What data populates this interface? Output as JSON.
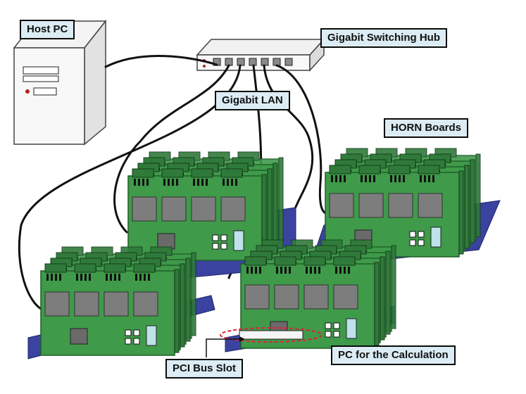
{
  "labels": {
    "host_pc": "Host PC",
    "gigabit_switching_hub": "Gigabit Switching Hub",
    "gigabit_lan": "Gigabit LAN",
    "horn_boards": "HORN Boards",
    "pc_for_calculation": "PC for the Calculation",
    "pci_bus_slot": "PCI Bus Slot"
  },
  "colors": {
    "board_green": "#3f9a4a",
    "board_dark": "#1f5f27",
    "chip_gray": "#7d7d7d",
    "base_blue": "#3a43a0",
    "label_fill": "#dcecf4",
    "highlight_red": "#e0203a"
  }
}
